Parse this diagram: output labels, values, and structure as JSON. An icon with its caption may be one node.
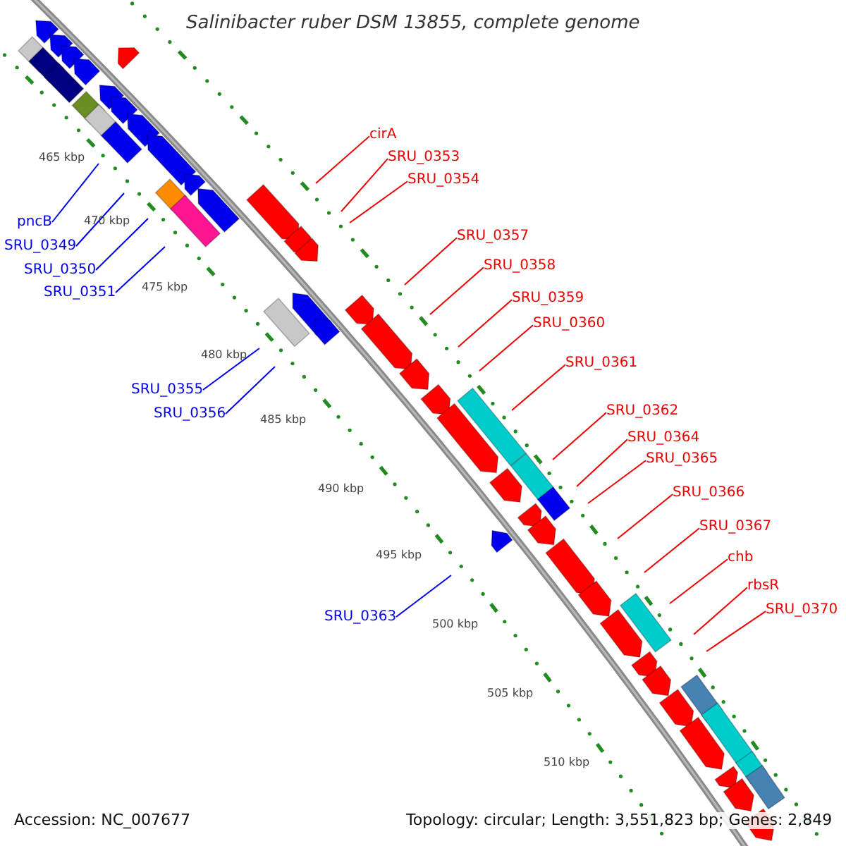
{
  "diagram": {
    "title": "Salinibacter ruber DSM 13855, complete genome",
    "nodes": [
      {
        "text": [
          "cirA"
        ]
      },
      {
        "text": [
          "SRU_0353"
        ]
      },
      {
        "text": [
          "SRU_0354"
        ]
      },
      {
        "text": [
          "pncB"
        ]
      },
      {
        "text": [
          "SRU_0357"
        ]
      },
      {
        "text": [
          "SRU_0349"
        ]
      },
      {
        "text": [
          "SRU_0358"
        ]
      },
      {
        "text": [
          "SRU_0350"
        ]
      },
      {
        "text": [
          "SRU_0351"
        ]
      },
      {
        "text": [
          "SRU_0359"
        ]
      },
      {
        "text": [
          "SRU_0360"
        ]
      },
      {
        "text": [
          "SRU_0361"
        ]
      },
      {
        "text": [
          "SRU_0355"
        ]
      },
      {
        "text": [
          "SRU_0362"
        ]
      },
      {
        "text": [
          "SRU_0356"
        ]
      },
      {
        "text": [
          "SRU_0364"
        ]
      },
      {
        "text": [
          "SRU_0365"
        ]
      },
      {
        "text": [
          "SRU_0366"
        ]
      },
      {
        "text": [
          "SRU_0367"
        ]
      },
      {
        "text": [
          "chb"
        ]
      },
      {
        "text": [
          "rbsR"
        ]
      },
      {
        "text": [
          "SRU_0370"
        ]
      },
      {
        "text": [
          "SRU_0363"
        ]
      }
    ],
    "edges": [
      {
        "from": 0,
        "to": null,
        "arrow": "none"
      },
      {
        "from": 1,
        "to": null,
        "arrow": "none"
      },
      {
        "from": 2,
        "to": null,
        "arrow": "none"
      },
      {
        "from": 3,
        "to": null,
        "arrow": "none",
        "color": "#0000ee"
      },
      {
        "from": 4,
        "to": null,
        "arrow": "none"
      },
      {
        "from": 5,
        "to": null,
        "arrow": "none",
        "color": "#0000ee"
      },
      {
        "from": 6,
        "to": null,
        "arrow": "none"
      },
      {
        "from": 7,
        "to": null,
        "arrow": "none",
        "color": "#0000ee"
      },
      {
        "from": 8,
        "to": null,
        "arrow": "none",
        "color": "#0000ee"
      },
      {
        "from": 9,
        "to": null,
        "arrow": "none"
      },
      {
        "from": 10,
        "to": null,
        "arrow": "none"
      },
      {
        "from": 11,
        "to": null,
        "arrow": "none"
      },
      {
        "from": 12,
        "to": null,
        "arrow": "none",
        "color": "#0000ee"
      },
      {
        "from": 13,
        "to": null,
        "arrow": "none"
      },
      {
        "from": 14,
        "to": null,
        "arrow": "none",
        "color": "#0000ee"
      },
      {
        "from": 15,
        "to": null,
        "arrow": "none"
      },
      {
        "from": 16,
        "to": null,
        "arrow": "none"
      },
      {
        "from": 17,
        "to": null,
        "arrow": "none"
      },
      {
        "from": 18,
        "to": null,
        "arrow": "none"
      },
      {
        "from": 19,
        "to": null,
        "arrow": "none"
      },
      {
        "from": 20,
        "to": null,
        "arrow": "none"
      },
      {
        "from": 21,
        "to": null,
        "arrow": "none"
      },
      {
        "from": 22,
        "to": null,
        "arrow": "none",
        "color": "#0000ee"
      }
    ],
    "labels": [
      "465 kbp",
      "470 kbp",
      "475 kbp",
      "480 kbp",
      "485 kbp",
      "490 kbp",
      "495 kbp",
      "500 kbp",
      "505 kbp",
      "510 kbp",
      "Accession: NC_007677",
      "Topology: circular; Length: 3,551,823 bp; Genes: 2,849"
    ]
  }
}
